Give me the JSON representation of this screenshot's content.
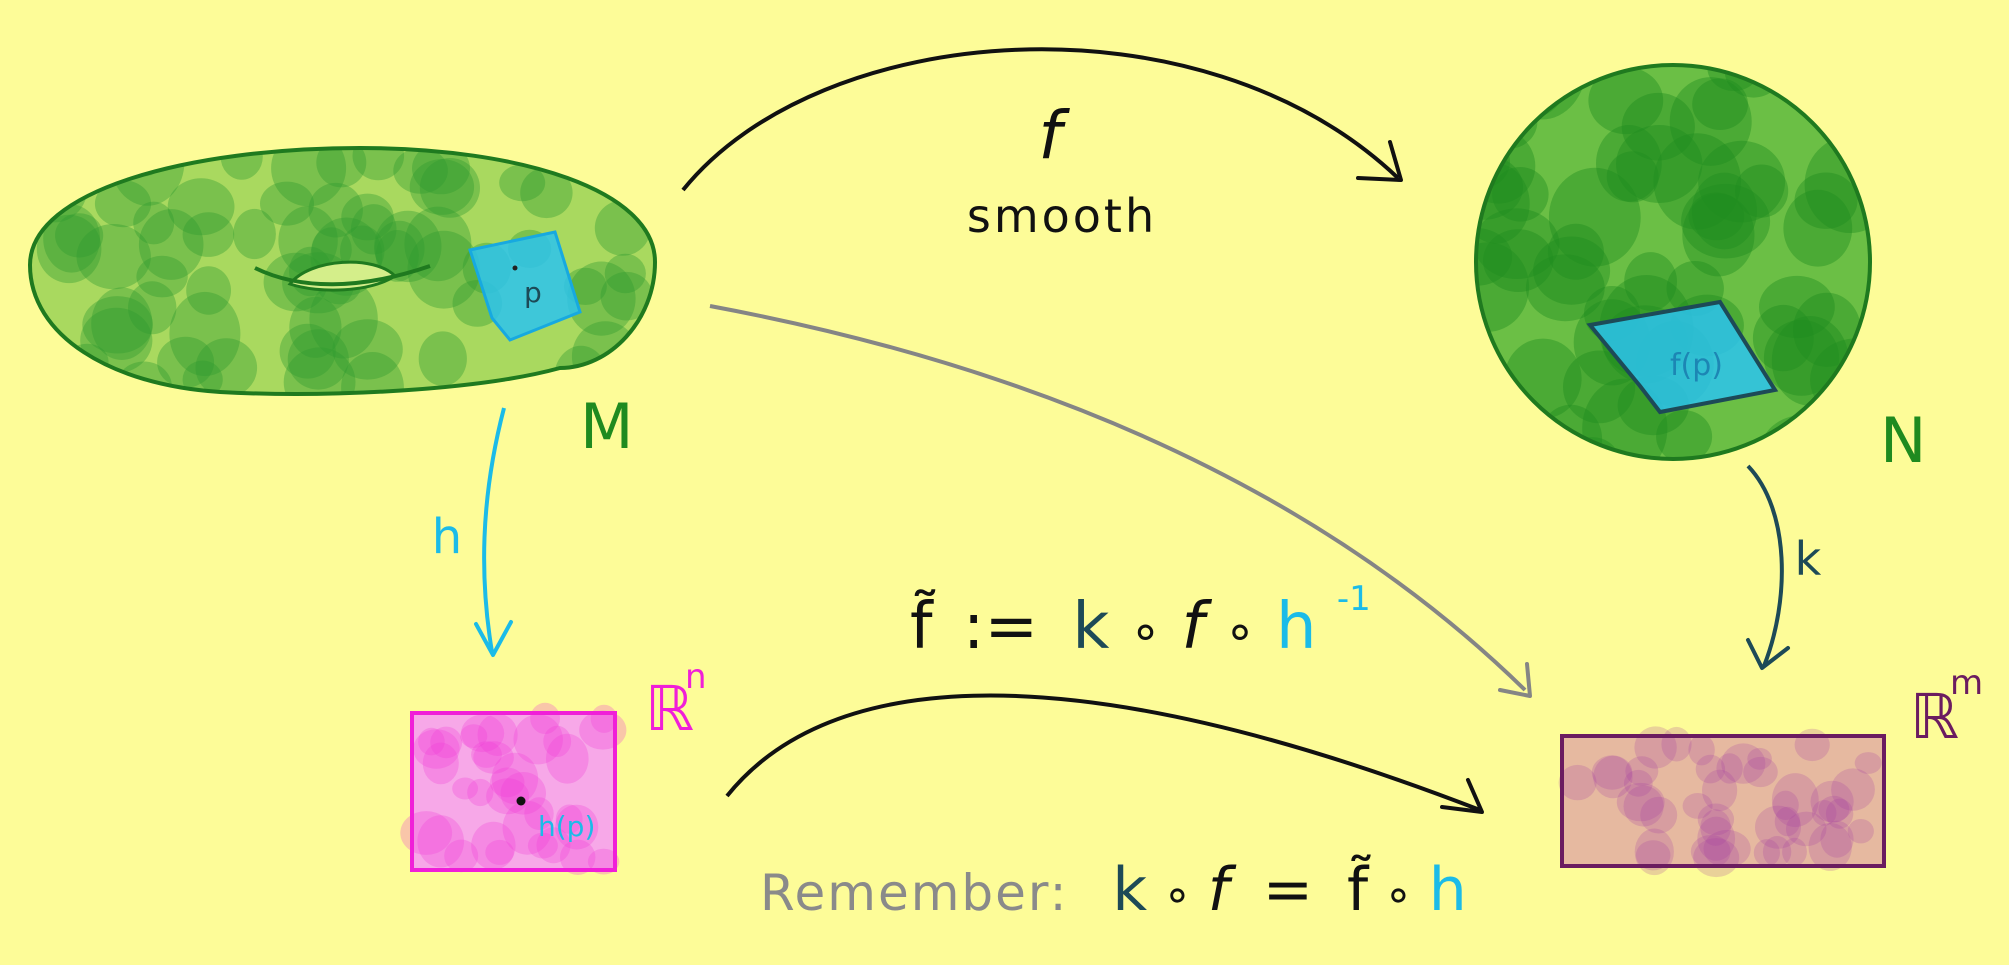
{
  "colors": {
    "background": "#fdfc98",
    "manifold_green": "#1f8a1f",
    "chart_cyan": "#1bbbe8",
    "rn_magenta": "#f01fd8",
    "rm_purple": "#6b1c60",
    "dark_teal": "#1d4a57",
    "gray": "#8a8a8a"
  },
  "labels": {
    "M": "M",
    "N": "N",
    "p": "p",
    "f_p": "f(p)",
    "h_p": "h(p)",
    "h": "h",
    "k": "k",
    "f": "f",
    "smooth": "smooth",
    "Rn": "ℝ",
    "Rn_sup": "n",
    "Rm": "ℝ",
    "Rm_sup": "m"
  },
  "formula": {
    "ftilde": "f̃",
    "assign": ":=",
    "k": "k",
    "circ1": "∘",
    "f": "f",
    "circ2": "∘",
    "h": "h",
    "h_sup": "-1"
  },
  "remember": {
    "label": "Remember:",
    "k": "k",
    "circ1": "∘",
    "f": "f",
    "equals": "=",
    "ftilde": "f̃",
    "circ2": "∘",
    "h": "h"
  }
}
